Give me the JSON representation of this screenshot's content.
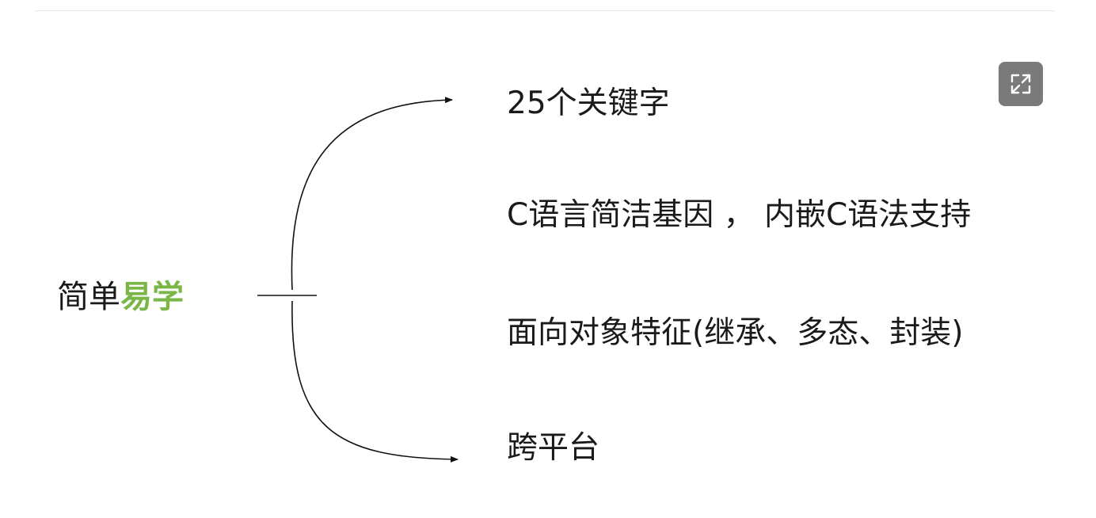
{
  "root": {
    "text_plain": "简单",
    "text_accent": "易学",
    "accent_color": "#7ab648"
  },
  "branches": [
    {
      "label": "25个关键字"
    },
    {
      "label": "C语言简洁基因 ， 内嵌C语法支持"
    },
    {
      "label": "面向对象特征(继承、多态、封装)"
    },
    {
      "label": "跨平台"
    }
  ],
  "toolbar": {
    "expand_icon": "expand-icon",
    "button_color": "#7a7a7a"
  }
}
